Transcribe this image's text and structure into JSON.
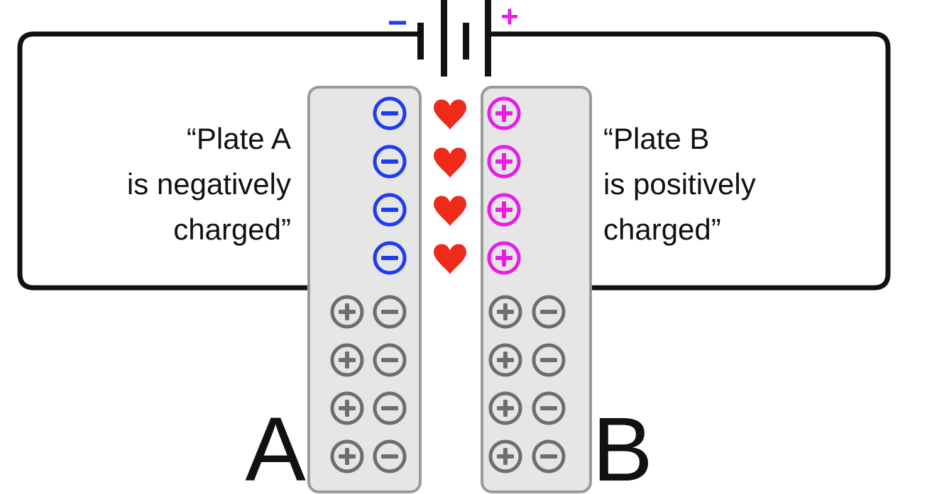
{
  "battery": {
    "negative_symbol": "−",
    "positive_symbol": "+",
    "negative_color": "#1e3cf0",
    "positive_color": "#e61ee6"
  },
  "plate_a": {
    "letter": "A",
    "caption_lines": [
      "“Plate A",
      "is negatively",
      "charged”"
    ],
    "surface_charges": 4,
    "neutral_pairs": 4
  },
  "plate_b": {
    "letter": "B",
    "caption_lines": [
      "“Plate B",
      "is positively",
      "charged”"
    ],
    "surface_charges": 4,
    "neutral_pairs": 4
  },
  "colors": {
    "plate_fill": "#e6e6e6",
    "plate_stroke": "#9a9a9a",
    "neutral_charge": "#6e6e6e",
    "heart": "#ef2a1a",
    "wire": "#111111"
  },
  "icons": {
    "surface_negative": "minus-circle-icon",
    "surface_positive": "plus-circle-icon",
    "attraction": "heart-icon",
    "neutral_positive": "plus-circle-icon",
    "neutral_negative": "minus-circle-icon"
  }
}
